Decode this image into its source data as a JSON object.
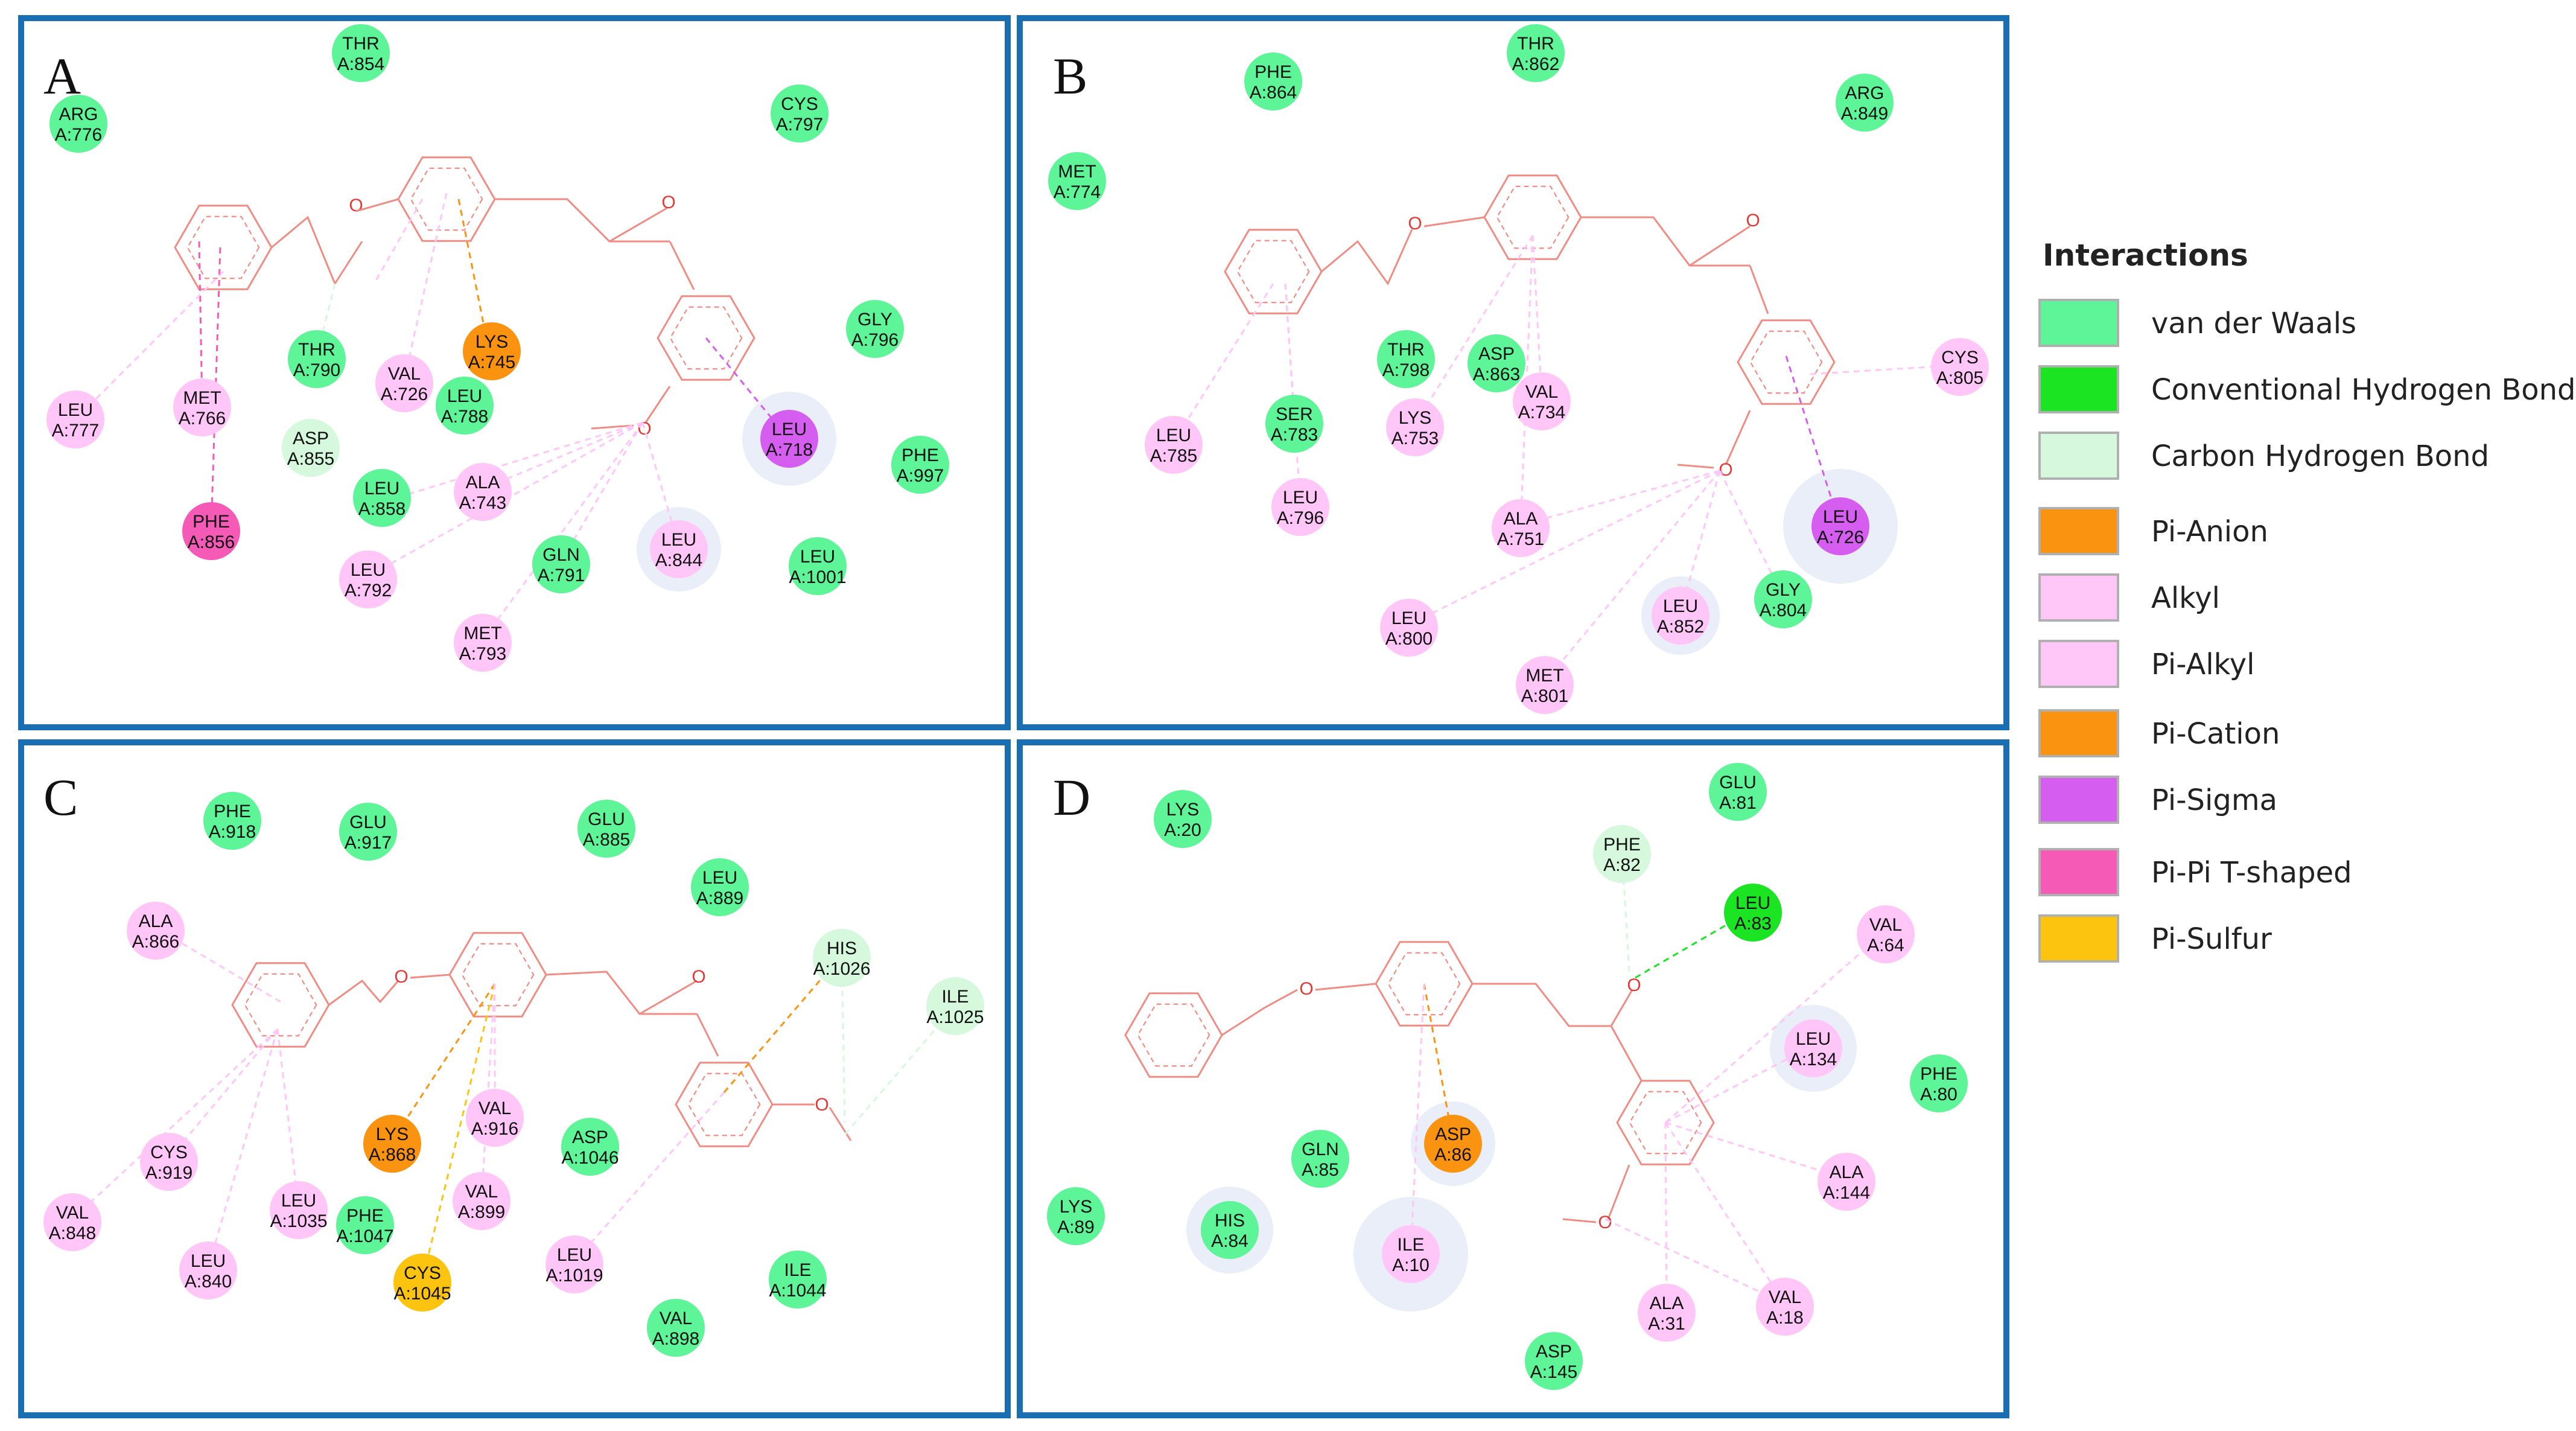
{
  "colors": {
    "frame": "#1a6fb3",
    "van_der_waals": "#5df597",
    "conventional_hbond": "#1be423",
    "carbon_hbond": "#d6f8dd",
    "pi_anion": "#fa9310",
    "alkyl": "#ffc6f7",
    "pi_alkyl": "#ffc6f7",
    "pi_cation": "#fa9310",
    "pi_sigma": "#d55df0",
    "pi_pi_tshaped": "#f55ab6",
    "pi_sulfur": "#fcc40e",
    "ligand": "#f08c84",
    "oxygen": "#e53935"
  },
  "legend": {
    "title": "Interactions",
    "items": [
      {
        "key": "van_der_waals",
        "label": "van der Waals"
      },
      {
        "key": "conventional_hbond",
        "label": "Conventional Hydrogen Bond"
      },
      {
        "key": "carbon_hbond",
        "label": "Carbon Hydrogen Bond"
      },
      {
        "key": "pi_anion",
        "label": "Pi-Anion"
      },
      {
        "key": "alkyl",
        "label": "Alkyl"
      },
      {
        "key": "pi_alkyl",
        "label": "Pi-Alkyl"
      },
      {
        "key": "pi_cation",
        "label": "Pi-Cation"
      },
      {
        "key": "pi_sigma",
        "label": "Pi-Sigma"
      },
      {
        "key": "pi_pi_tshaped",
        "label": "Pi-Pi T-shaped"
      },
      {
        "key": "pi_sulfur",
        "label": "Pi-Sulfur"
      }
    ]
  },
  "oxygen_symbol": "O",
  "panels": [
    {
      "letter": "A",
      "residues": [
        {
          "name": "THR",
          "id": "A:854",
          "type": "van_der_waals"
        },
        {
          "name": "ARG",
          "id": "A:776",
          "type": "van_der_waals"
        },
        {
          "name": "CYS",
          "id": "A:797",
          "type": "van_der_waals"
        },
        {
          "name": "GLY",
          "id": "A:796",
          "type": "van_der_waals"
        },
        {
          "name": "THR",
          "id": "A:790",
          "type": "van_der_waals"
        },
        {
          "name": "VAL",
          "id": "A:726",
          "type": "alkyl"
        },
        {
          "name": "LYS",
          "id": "A:745",
          "type": "pi_cation"
        },
        {
          "name": "LEU",
          "id": "A:788",
          "type": "van_der_waals"
        },
        {
          "name": "LEU",
          "id": "A:777",
          "type": "alkyl"
        },
        {
          "name": "MET",
          "id": "A:766",
          "type": "alkyl"
        },
        {
          "name": "ASP",
          "id": "A:855",
          "type": "carbon_hbond"
        },
        {
          "name": "LEU",
          "id": "A:718",
          "type": "pi_sigma"
        },
        {
          "name": "PHE",
          "id": "A:997",
          "type": "van_der_waals"
        },
        {
          "name": "PHE",
          "id": "A:856",
          "type": "pi_pi_tshaped"
        },
        {
          "name": "LEU",
          "id": "A:858",
          "type": "van_der_waals"
        },
        {
          "name": "ALA",
          "id": "A:743",
          "type": "alkyl"
        },
        {
          "name": "LEU",
          "id": "A:792",
          "type": "alkyl"
        },
        {
          "name": "GLN",
          "id": "A:791",
          "type": "van_der_waals"
        },
        {
          "name": "LEU",
          "id": "A:844",
          "type": "alkyl"
        },
        {
          "name": "LEU",
          "id": "A:1001",
          "type": "van_der_waals"
        },
        {
          "name": "MET",
          "id": "A:793",
          "type": "alkyl"
        }
      ]
    },
    {
      "letter": "B",
      "residues": [
        {
          "name": "PHE",
          "id": "A:864",
          "type": "van_der_waals"
        },
        {
          "name": "THR",
          "id": "A:862",
          "type": "van_der_waals"
        },
        {
          "name": "ARG",
          "id": "A:849",
          "type": "van_der_waals"
        },
        {
          "name": "MET",
          "id": "A:774",
          "type": "van_der_waals"
        },
        {
          "name": "THR",
          "id": "A:798",
          "type": "van_der_waals"
        },
        {
          "name": "ASP",
          "id": "A:863",
          "type": "van_der_waals"
        },
        {
          "name": "VAL",
          "id": "A:734",
          "type": "alkyl"
        },
        {
          "name": "CYS",
          "id": "A:805",
          "type": "alkyl"
        },
        {
          "name": "SER",
          "id": "A:783",
          "type": "van_der_waals"
        },
        {
          "name": "LYS",
          "id": "A:753",
          "type": "alkyl"
        },
        {
          "name": "LEU",
          "id": "A:785",
          "type": "alkyl"
        },
        {
          "name": "LEU",
          "id": "A:796",
          "type": "alkyl"
        },
        {
          "name": "ALA",
          "id": "A:751",
          "type": "alkyl"
        },
        {
          "name": "LEU",
          "id": "A:726",
          "type": "pi_sigma"
        },
        {
          "name": "LEU",
          "id": "A:800",
          "type": "alkyl"
        },
        {
          "name": "LEU",
          "id": "A:852",
          "type": "alkyl"
        },
        {
          "name": "GLY",
          "id": "A:804",
          "type": "van_der_waals"
        },
        {
          "name": "MET",
          "id": "A:801",
          "type": "alkyl"
        }
      ]
    },
    {
      "letter": "C",
      "residues": [
        {
          "name": "PHE",
          "id": "A:918",
          "type": "van_der_waals"
        },
        {
          "name": "GLU",
          "id": "A:917",
          "type": "van_der_waals"
        },
        {
          "name": "GLU",
          "id": "A:885",
          "type": "van_der_waals"
        },
        {
          "name": "LEU",
          "id": "A:889",
          "type": "van_der_waals"
        },
        {
          "name": "ALA",
          "id": "A:866",
          "type": "alkyl"
        },
        {
          "name": "HIS",
          "id": "A:1026",
          "type": "carbon_hbond"
        },
        {
          "name": "ILE",
          "id": "A:1025",
          "type": "carbon_hbond"
        },
        {
          "name": "CYS",
          "id": "A:919",
          "type": "alkyl"
        },
        {
          "name": "LYS",
          "id": "A:868",
          "type": "pi_anion"
        },
        {
          "name": "VAL",
          "id": "A:916",
          "type": "alkyl"
        },
        {
          "name": "ASP",
          "id": "A:1046",
          "type": "van_der_waals"
        },
        {
          "name": "VAL",
          "id": "A:848",
          "type": "alkyl"
        },
        {
          "name": "LEU",
          "id": "A:1035",
          "type": "alkyl"
        },
        {
          "name": "PHE",
          "id": "A:1047",
          "type": "van_der_waals"
        },
        {
          "name": "VAL",
          "id": "A:899",
          "type": "alkyl"
        },
        {
          "name": "LEU",
          "id": "A:840",
          "type": "alkyl"
        },
        {
          "name": "CYS",
          "id": "A:1045",
          "type": "pi_sulfur"
        },
        {
          "name": "LEU",
          "id": "A:1019",
          "type": "alkyl"
        },
        {
          "name": "ILE",
          "id": "A:1044",
          "type": "van_der_waals"
        },
        {
          "name": "VAL",
          "id": "A:898",
          "type": "van_der_waals"
        }
      ]
    },
    {
      "letter": "D",
      "residues": [
        {
          "name": "LYS",
          "id": "A:20",
          "type": "van_der_waals"
        },
        {
          "name": "GLU",
          "id": "A:81",
          "type": "van_der_waals"
        },
        {
          "name": "PHE",
          "id": "A:82",
          "type": "carbon_hbond"
        },
        {
          "name": "LEU",
          "id": "A:83",
          "type": "conventional_hbond"
        },
        {
          "name": "VAL",
          "id": "A:64",
          "type": "alkyl"
        },
        {
          "name": "LEU",
          "id": "A:134",
          "type": "alkyl"
        },
        {
          "name": "PHE",
          "id": "A:80",
          "type": "van_der_waals"
        },
        {
          "name": "GLN",
          "id": "A:85",
          "type": "van_der_waals"
        },
        {
          "name": "ASP",
          "id": "A:86",
          "type": "pi_anion"
        },
        {
          "name": "ALA",
          "id": "A:144",
          "type": "alkyl"
        },
        {
          "name": "LYS",
          "id": "A:89",
          "type": "van_der_waals"
        },
        {
          "name": "HIS",
          "id": "A:84",
          "type": "van_der_waals"
        },
        {
          "name": "ILE",
          "id": "A:10",
          "type": "alkyl"
        },
        {
          "name": "ALA",
          "id": "A:31",
          "type": "alkyl"
        },
        {
          "name": "VAL",
          "id": "A:18",
          "type": "alkyl"
        },
        {
          "name": "ASP",
          "id": "A:145",
          "type": "van_der_waals"
        }
      ]
    }
  ]
}
